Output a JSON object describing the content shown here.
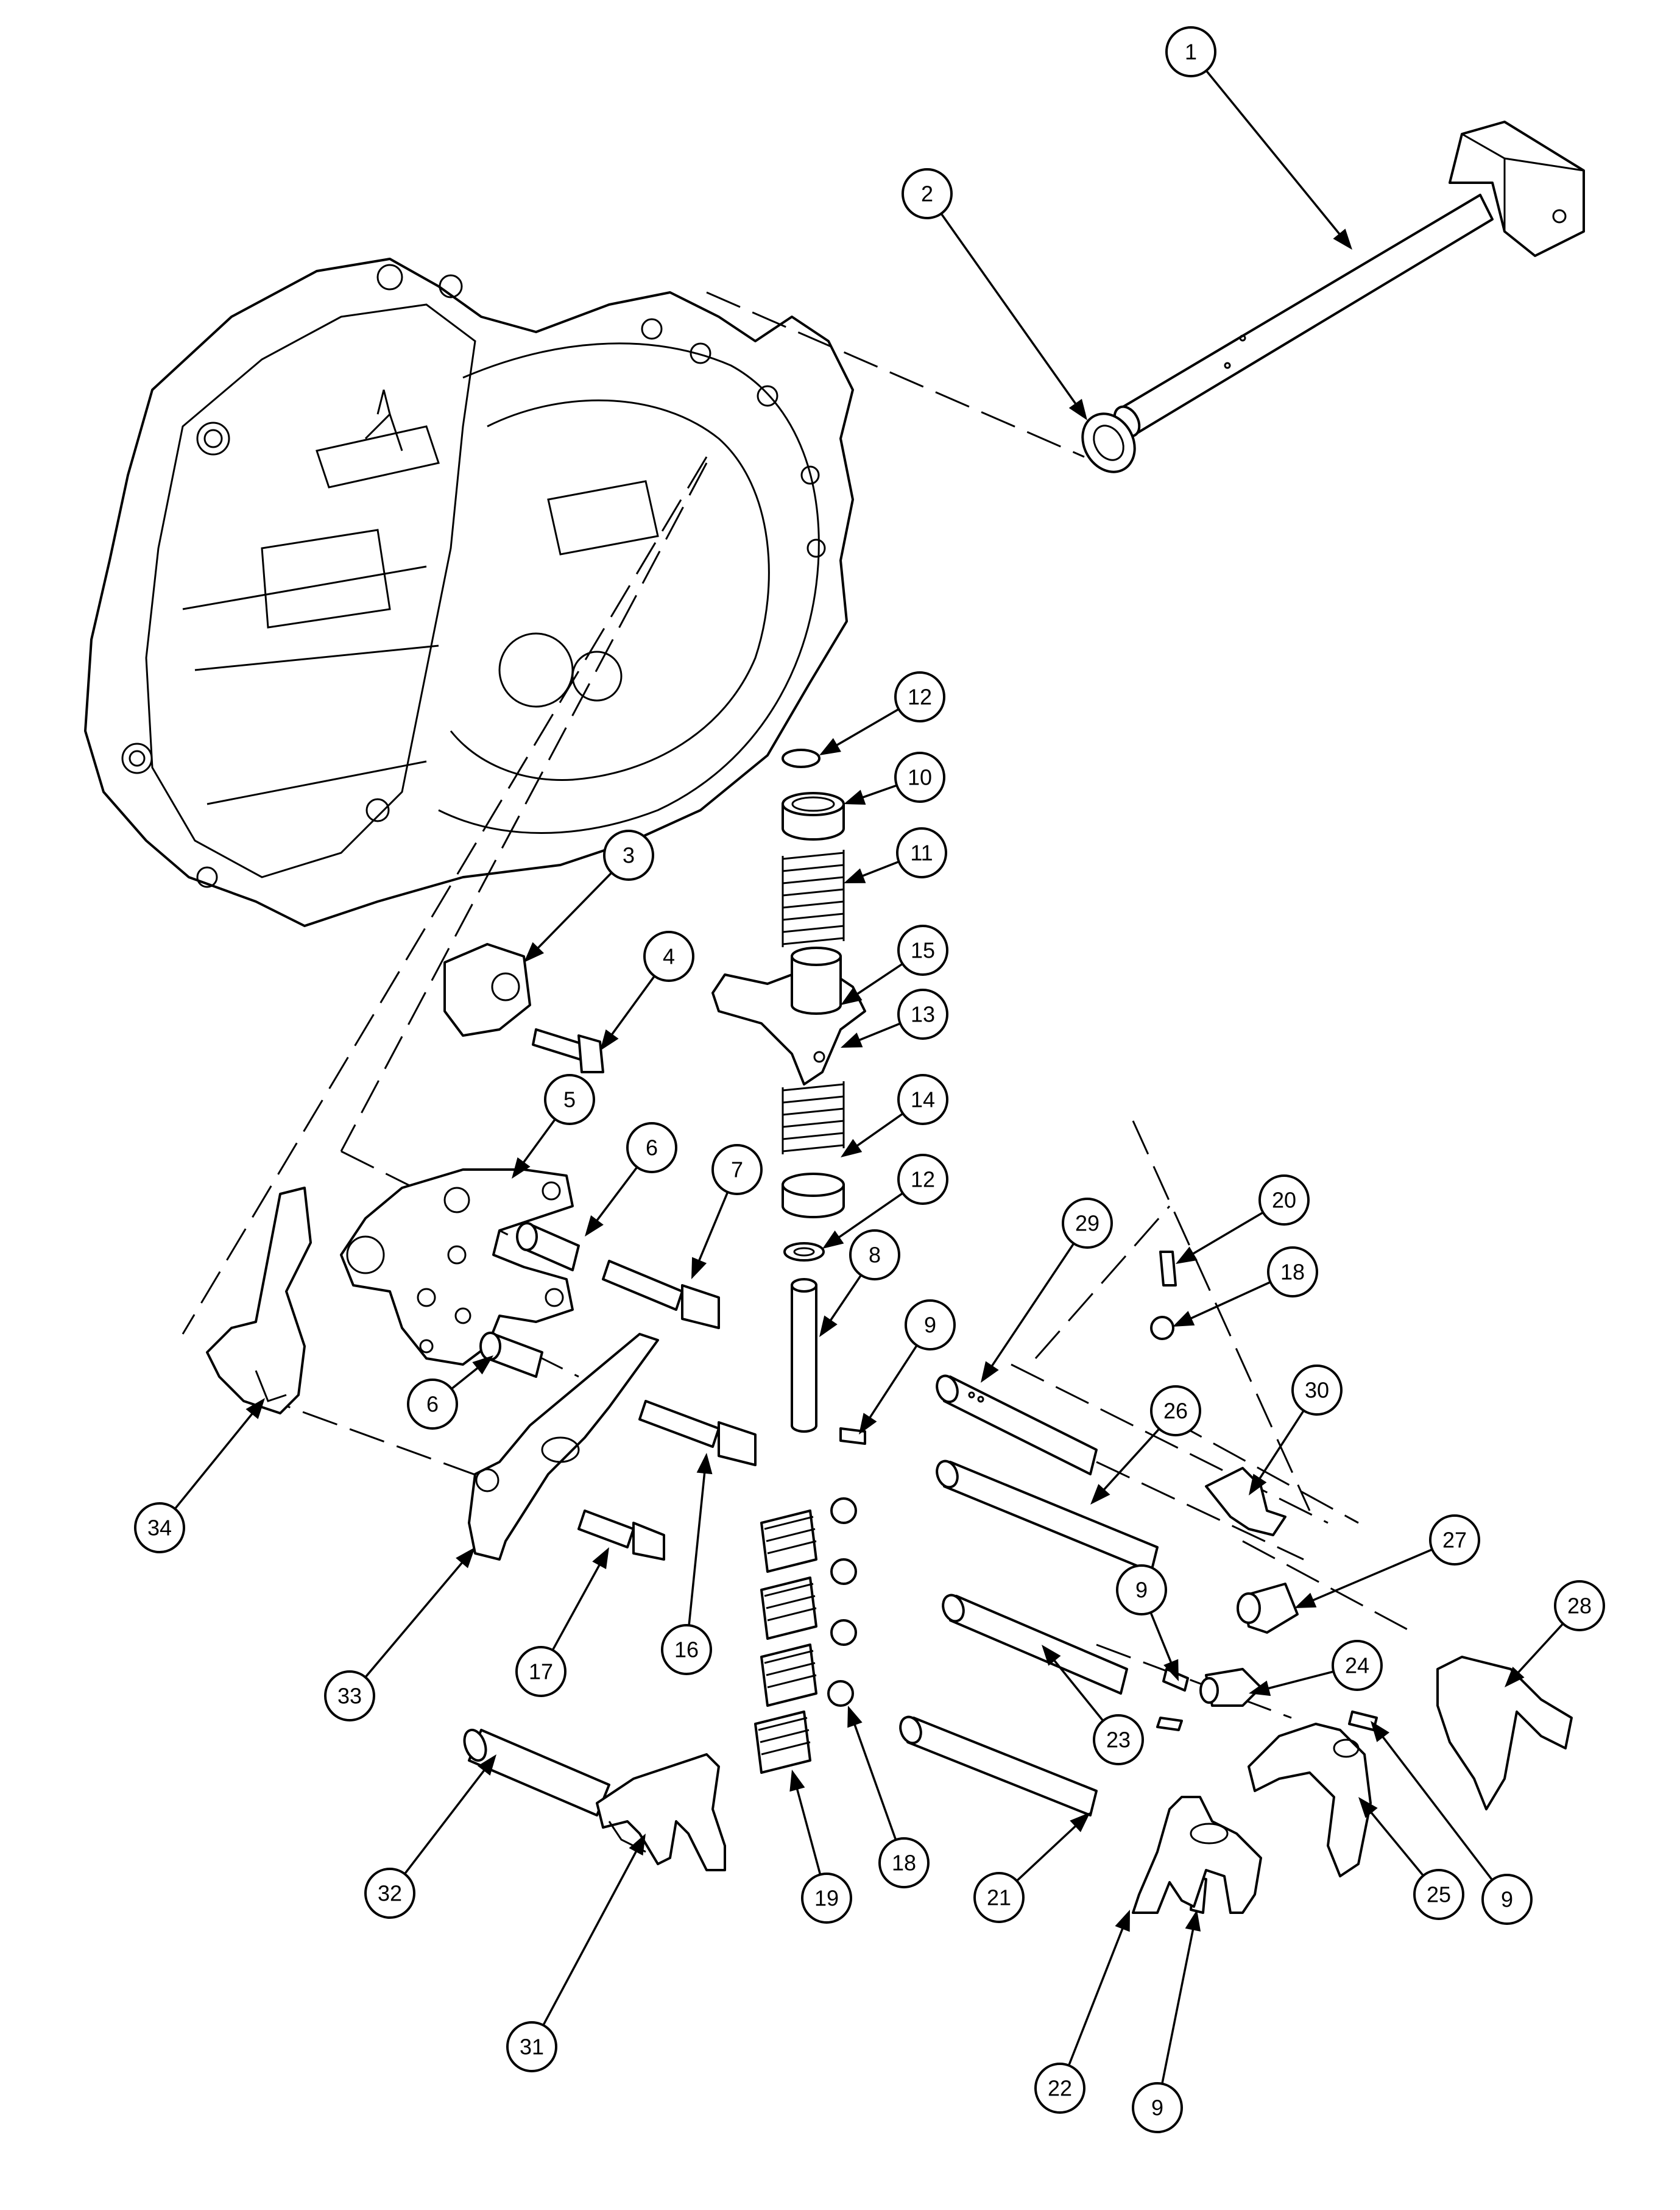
{
  "diagram": {
    "callouts": [
      {
        "label": "1"
      },
      {
        "label": "2"
      },
      {
        "label": "3"
      },
      {
        "label": "4"
      },
      {
        "label": "5"
      },
      {
        "label": "6"
      },
      {
        "label": "6"
      },
      {
        "label": "7"
      },
      {
        "label": "8"
      },
      {
        "label": "9"
      },
      {
        "label": "9"
      },
      {
        "label": "9"
      },
      {
        "label": "9"
      },
      {
        "label": "10"
      },
      {
        "label": "11"
      },
      {
        "label": "12"
      },
      {
        "label": "12"
      },
      {
        "label": "13"
      },
      {
        "label": "14"
      },
      {
        "label": "15"
      },
      {
        "label": "16"
      },
      {
        "label": "17"
      },
      {
        "label": "18"
      },
      {
        "label": "18"
      },
      {
        "label": "19"
      },
      {
        "label": "20"
      },
      {
        "label": "21"
      },
      {
        "label": "22"
      },
      {
        "label": "23"
      },
      {
        "label": "24"
      },
      {
        "label": "25"
      },
      {
        "label": "26"
      },
      {
        "label": "27"
      },
      {
        "label": "28"
      },
      {
        "label": "29"
      },
      {
        "label": "30"
      },
      {
        "label": "31"
      },
      {
        "label": "32"
      },
      {
        "label": "33"
      },
      {
        "label": "34"
      }
    ]
  }
}
